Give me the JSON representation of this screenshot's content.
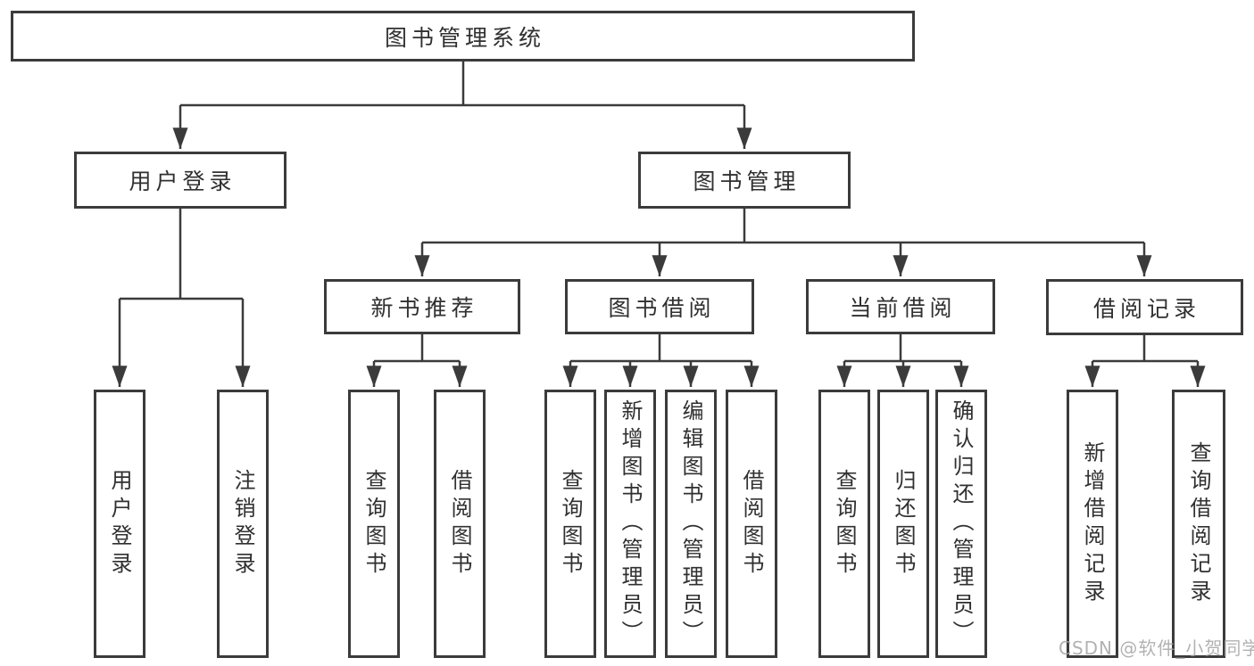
{
  "title": "图书管理系统",
  "watermark": "CSDN @软件_小贺同学",
  "colors": {
    "line": "#3b3b3b",
    "box_fill": "#ffffff",
    "text": "#303030",
    "watermark": "#a5a5a5"
  },
  "level1": [
    {
      "label": "用户登录"
    },
    {
      "label": "图书管理"
    }
  ],
  "level2": [
    {
      "label": "新书推荐"
    },
    {
      "label": "图书借阅"
    },
    {
      "label": "当前借阅"
    },
    {
      "label": "借阅记录"
    }
  ],
  "leaves": {
    "userLogin": [
      {
        "label": "用户登录"
      },
      {
        "label": "注销登录"
      }
    ],
    "newBookRecommend": [
      {
        "label": "查询图书"
      },
      {
        "label": "借阅图书"
      }
    ],
    "bookBorrow": [
      {
        "label": "查询图书"
      },
      {
        "label": "新增图书（管理员）"
      },
      {
        "label": "编辑图书（管理员）"
      },
      {
        "label": "借阅图书"
      }
    ],
    "currentBorrow": [
      {
        "label": "查询图书"
      },
      {
        "label": "归还图书"
      },
      {
        "label": "确认归还（管理员）"
      }
    ],
    "borrowRecords": [
      {
        "label": "新增借阅记录"
      },
      {
        "label": "查询借阅记录"
      }
    ]
  }
}
